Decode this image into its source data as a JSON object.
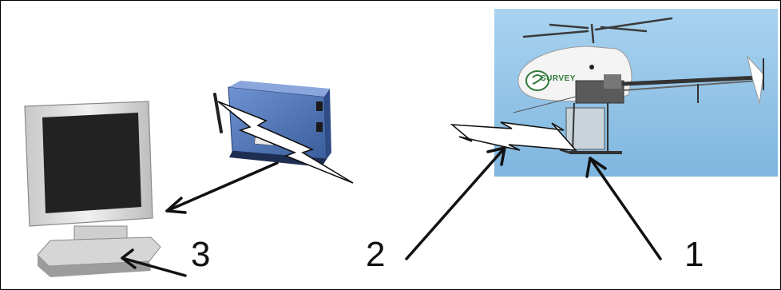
{
  "labels": {
    "helicopter": "1",
    "wireless_link": "2",
    "computer": "3"
  },
  "helicopter_branding": "SURVEY",
  "colors": {
    "sky": "#8fc3e8",
    "logger_blue": "#4f74b8",
    "monitor_silver": "#d8d8d8",
    "arrow": "#111111"
  }
}
